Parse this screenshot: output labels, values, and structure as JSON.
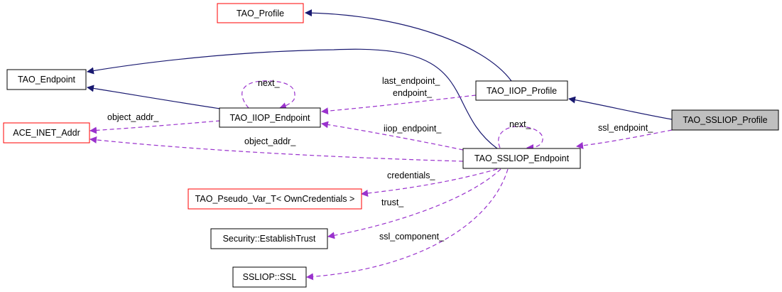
{
  "colors": {
    "inherit_edge": "#191970",
    "usage_edge": "#9a32cd",
    "node_border": "#000000",
    "node_border_undocumented": "#ff0000",
    "focus_fill": "#bfbfbf",
    "node_fill": "#ffffff"
  },
  "nodes": {
    "tao_profile": "TAO_Profile",
    "tao_endpoint": "TAO_Endpoint",
    "ace_inet_addr": "ACE_INET_Addr",
    "tao_iiop_endpoint": "TAO_IIOP_Endpoint",
    "tao_iiop_profile": "TAO_IIOP_Profile",
    "tao_ssliop_profile": "TAO_SSLIOP_Profile",
    "tao_ssliop_endpoint": "TAO_SSLIOP_Endpoint",
    "tao_pseudo_var": "TAO_Pseudo_Var_T< OwnCredentials >",
    "security_establish_trust": "Security::EstablishTrust",
    "ssliop_ssl": "SSLIOP::SSL"
  },
  "edge_labels": {
    "iiop_endpoint_next": "next_",
    "iiop_endpoint_object_addr": "object_addr_",
    "iiop_profile_last_endpoint": "last_endpoint_",
    "iiop_profile_endpoint": "endpoint_",
    "ssliop_endpoint_iiop_endpoint": "iiop_endpoint_",
    "ssliop_endpoint_next": "next_",
    "ssliop_endpoint_object_addr": "object_addr_",
    "ssliop_profile_ssl_endpoint": "ssl_endpoint_",
    "credentials": "credentials_",
    "trust": "trust_",
    "ssl_component": "ssl_component_"
  }
}
